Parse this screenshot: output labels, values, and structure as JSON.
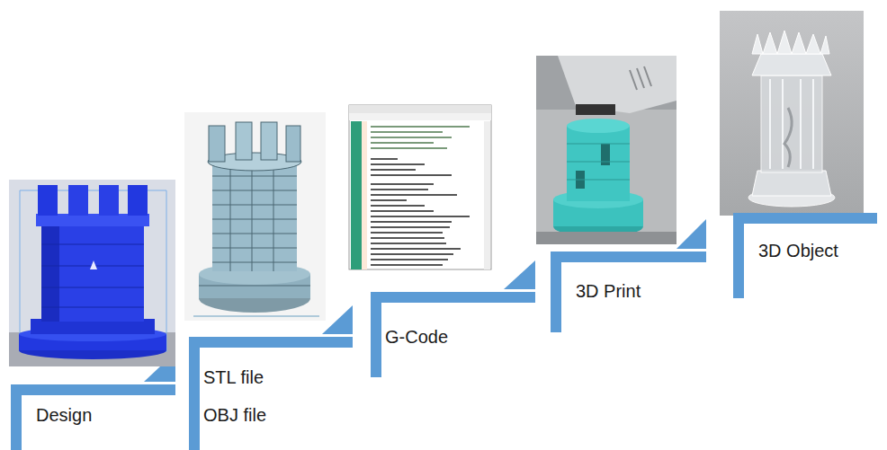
{
  "diagram": {
    "nodes": [
      {
        "text": [
          "Design"
        ]
      },
      {
        "text": [
          "STL file",
          "OBJ file"
        ]
      },
      {
        "text": [
          "G-Code"
        ]
      },
      {
        "text": [
          "3D Print"
        ]
      },
      {
        "text": [
          "3D Object"
        ]
      }
    ]
  }
}
